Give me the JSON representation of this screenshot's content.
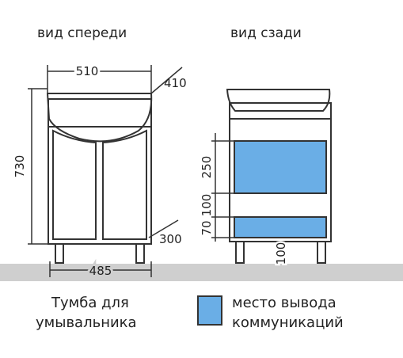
{
  "views": {
    "front": "вид спереди",
    "back": "вид сзади"
  },
  "dimensions": {
    "width_top": "510",
    "depth_top": "410",
    "height": "730",
    "depth_legs": "300",
    "width_bottom": "485",
    "back_250": "250",
    "back_100": "100",
    "back_70": "70",
    "back_floor_100": "100"
  },
  "caption": {
    "line1": "Тумба для",
    "line2": "умывальника"
  },
  "legend": {
    "line1": "место вывода",
    "line2": "коммуникаций",
    "color": "#6aaee6"
  },
  "colors": {
    "floor": "#cfcfcf",
    "stroke": "#333333",
    "zone": "#6aaee6"
  }
}
